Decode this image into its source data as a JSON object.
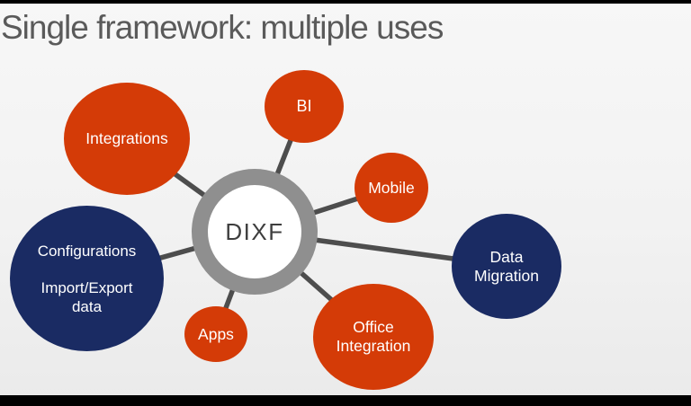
{
  "title": "Single framework: multiple uses",
  "center": {
    "label": "DIXF"
  },
  "bubbles": [
    {
      "name": "integrations",
      "label_lines": [
        "Integrations"
      ],
      "color_role": "orange"
    },
    {
      "name": "bi",
      "label_lines": [
        "BI"
      ],
      "color_role": "orange"
    },
    {
      "name": "mobile",
      "label_lines": [
        "Mobile"
      ],
      "color_role": "orange"
    },
    {
      "name": "data-migration",
      "label_lines": [
        "Data",
        "Migration"
      ],
      "color_role": "navy"
    },
    {
      "name": "office-integration",
      "label_lines": [
        "Office",
        "Integration"
      ],
      "color_role": "orange"
    },
    {
      "name": "apps",
      "label_lines": [
        "Apps"
      ],
      "color_role": "orange"
    },
    {
      "name": "configurations",
      "label_lines": [
        "Configurations",
        "Import/Export",
        "data"
      ],
      "color_role": "navy"
    }
  ],
  "colors": {
    "orange": "#d43b07",
    "navy": "#1a2b63",
    "ring": "#8f8f8f",
    "line": "#4d4d4d",
    "title": "#5a5a5a",
    "center_text": "#3e3e3e",
    "bubble_text": "#ffffff",
    "background": "#f2f2f2",
    "background_top": "#f7f7f7",
    "background_bottom": "#eaeaea",
    "letterbox": "#000000"
  }
}
